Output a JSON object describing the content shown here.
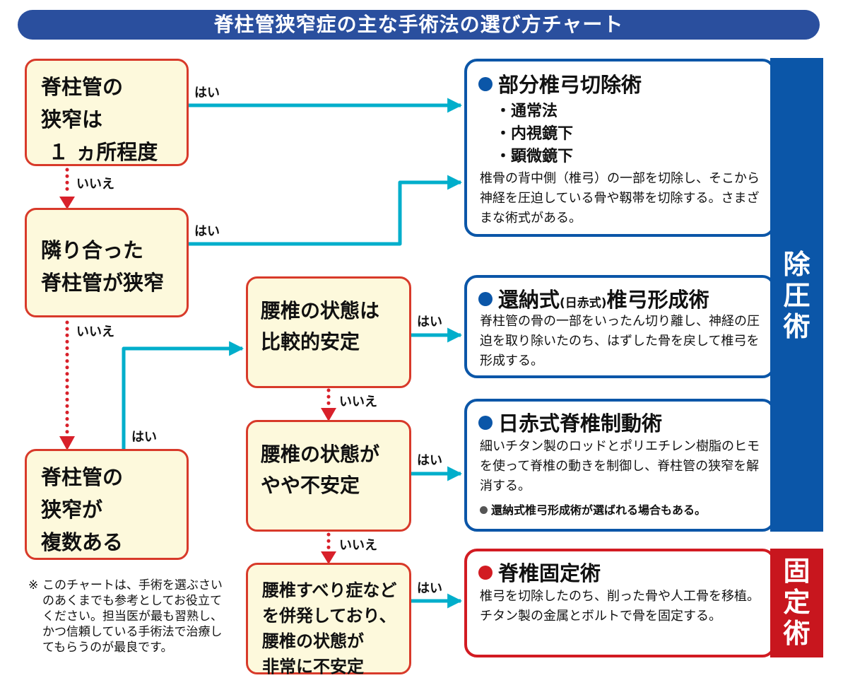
{
  "title": "脊柱管狭窄症の主な手術法の選び方チャート",
  "colors": {
    "title_bg": "#2a4f9e",
    "question_fill": "#fdf9dc",
    "question_border": "#d83a2a",
    "decompression_blue": "#0b56a8",
    "fixation_red": "#d21b22",
    "yes_arrow": "#00aecb",
    "no_arrow": "#d8202a"
  },
  "labels": {
    "yes": "はい",
    "no": "いいえ"
  },
  "questions": [
    {
      "id": "q1",
      "lines": "脊柱管の\n狭窄は\n １ ヵ所程度"
    },
    {
      "id": "q2",
      "lines": "隣り合った\n脊柱管が狭窄"
    },
    {
      "id": "q3",
      "lines": "脊柱管の\n狭窄が\n複数ある"
    },
    {
      "id": "q4",
      "lines": "腰椎の状態は\n比較的安定"
    },
    {
      "id": "q5",
      "lines": "腰椎の状態が\nやや不安定"
    },
    {
      "id": "q6",
      "lines": "腰椎すべり症など\nを併発しており、\n腰椎の状態が\n非常に不安定"
    }
  ],
  "results": [
    {
      "id": "r1",
      "name": "部分椎弓切除術",
      "methods": [
        "・通常法",
        "・内視鏡下",
        "・顕微鏡下"
      ],
      "description": "椎骨の背中側（椎弓）の一部を切除し、そこから神経を圧迫している骨や靱帯を切除する。さまざまな術式がある。"
    },
    {
      "id": "r2",
      "name_pre": "還納式",
      "name_small": "(日赤式)",
      "name_post": "椎弓形成術",
      "description": "脊柱管の骨の一部をいったん切り離し、神経の圧迫を取り除いたのち、はずした骨を戻して椎弓を形成する。"
    },
    {
      "id": "r3",
      "name": "日赤式脊椎制動術",
      "description": "細いチタン製のロッドとポリエチレン樹脂のヒモを使って脊椎の動きを制御し、脊柱管の狭窄を解消する。",
      "note": "還納式椎弓形成術が選ばれる場合もある。"
    },
    {
      "id": "r4",
      "name": "脊椎固定術",
      "description": "椎弓を切除したのち、削った骨や人工骨を移植。チタン製の金属とボルトで骨を固定する。"
    }
  ],
  "categories": {
    "decompression": [
      "除",
      "圧",
      "術"
    ],
    "fixation": [
      "固",
      "定",
      "術"
    ]
  },
  "footnote": {
    "mark": "※",
    "text": "このチャートは、手術を選ぶさいのあくまでも参考としてお役立てください。担当医が最も習熟し、かつ信頼している手術法で治療してもらうのが最良です。"
  }
}
